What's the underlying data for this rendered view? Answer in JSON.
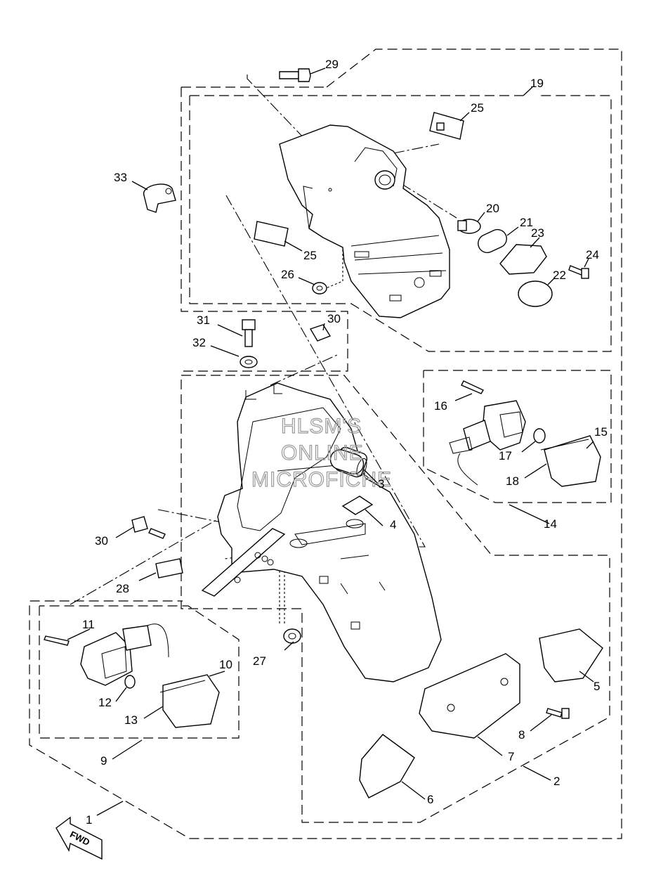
{
  "watermark": {
    "line1": "HLSM'S",
    "line2": "ONLINE",
    "line3": "MICROFICHE"
  },
  "direction_badge": "FWD",
  "callouts": [
    "1",
    "2",
    "3",
    "4",
    "5",
    "6",
    "7",
    "8",
    "9",
    "10",
    "11",
    "12",
    "13",
    "14",
    "15",
    "16",
    "17",
    "18",
    "19",
    "20",
    "21",
    "22",
    "23",
    "24",
    "25",
    "26",
    "27",
    "28",
    "29",
    "30",
    "31",
    "32",
    "33"
  ],
  "callout_25_second": "25",
  "callout_30_second": "30"
}
